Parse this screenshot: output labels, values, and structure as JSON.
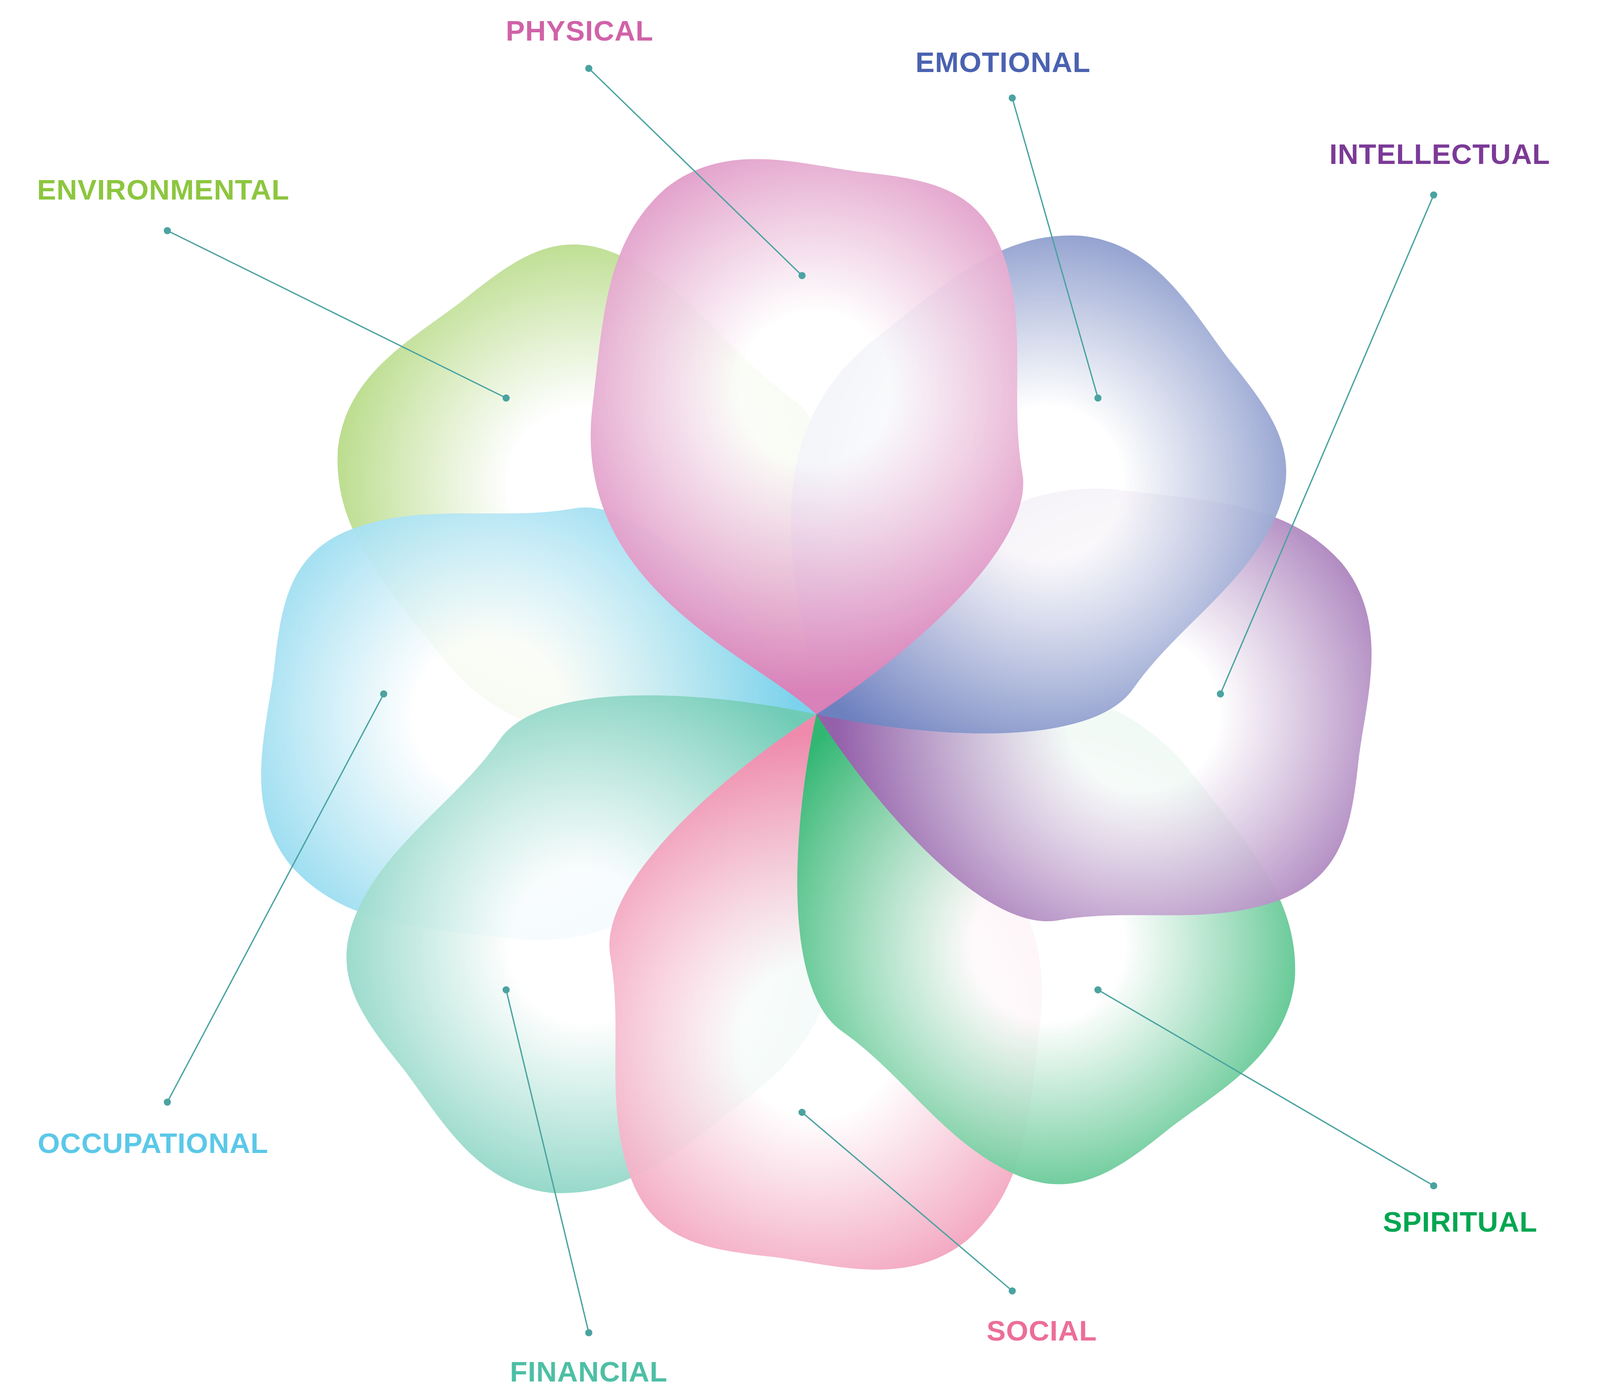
{
  "diagram": {
    "labels": [
      "PHYSICAL",
      "EMOTIONAL",
      "ENVIRONMENTAL",
      "INTELLECTUAL",
      "OCCUPATIONAL",
      "SPIRITUAL",
      "SOCIAL",
      "FINANCIAL"
    ]
  }
}
